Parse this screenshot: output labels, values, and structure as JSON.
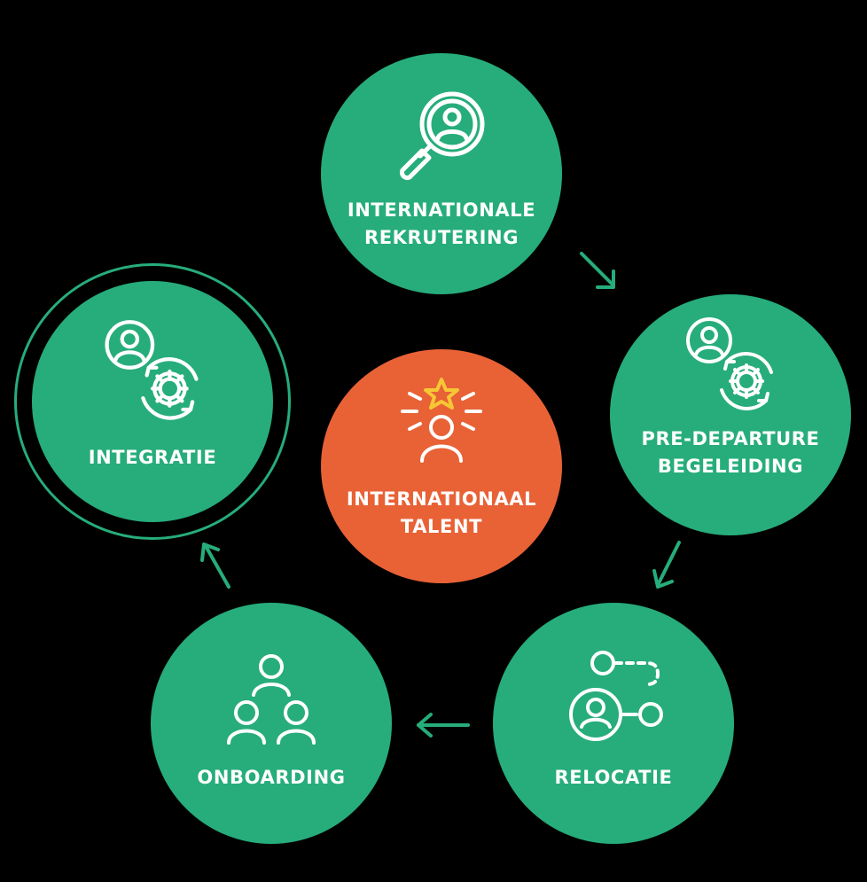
{
  "colors": {
    "background": "#000000",
    "green": "#26ad7b",
    "orange": "#e86236",
    "star": "#f6c735",
    "text": "#ffffff"
  },
  "center": {
    "label_line1": "INTERNATIONAAL",
    "label_line2": "TALENT",
    "icon": "talent-star-person-icon"
  },
  "steps": [
    {
      "label_line1": "INTERNATIONALE",
      "label_line2": "REKRUTERING",
      "icon": "magnifier-person-icon"
    },
    {
      "label_line1": "PRE-DEPARTURE",
      "label_line2": "BEGELEIDING",
      "icon": "person-gear-icon"
    },
    {
      "label_line1": "RELOCATIE",
      "icon": "person-route-icon"
    },
    {
      "label_line1": "ONBOARDING",
      "icon": "team-group-icon"
    },
    {
      "label_line1": "INTEGRATIE",
      "icon": "person-gear-cycle-icon"
    }
  ]
}
